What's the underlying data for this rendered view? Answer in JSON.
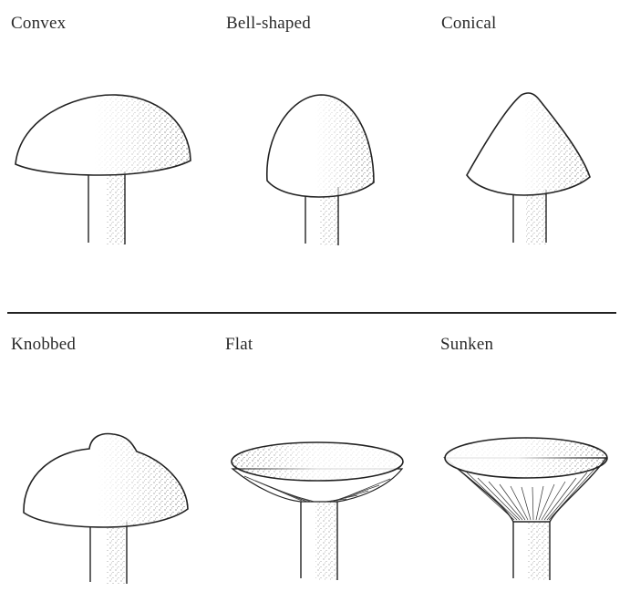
{
  "figure": {
    "shapes": [
      {
        "id": "convex",
        "label": "Convex"
      },
      {
        "id": "bell-shaped",
        "label": "Bell-shaped"
      },
      {
        "id": "conical",
        "label": "Conical"
      },
      {
        "id": "knobbed",
        "label": "Knobbed"
      },
      {
        "id": "flat",
        "label": "Flat"
      },
      {
        "id": "sunken",
        "label": "Sunken"
      }
    ]
  }
}
